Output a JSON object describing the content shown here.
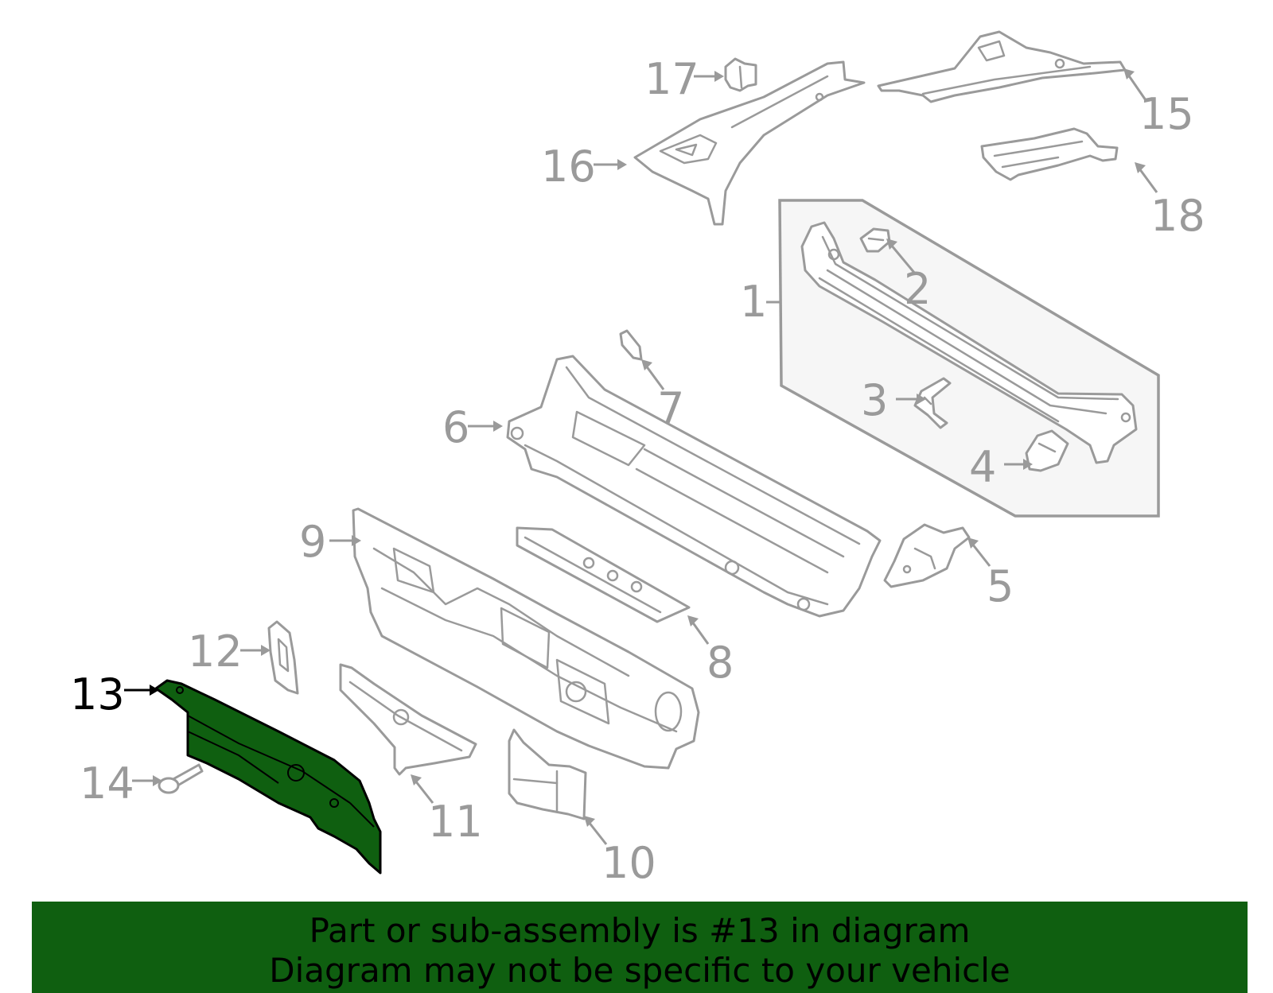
{
  "diagram": {
    "highlighted_part": "13",
    "callouts": [
      "1",
      "2",
      "3",
      "4",
      "5",
      "6",
      "7",
      "8",
      "9",
      "10",
      "11",
      "12",
      "13",
      "14",
      "15",
      "16",
      "17",
      "18"
    ]
  },
  "banner": {
    "line1": "Part or sub-assembly is #13 in diagram",
    "line2": "Diagram may not be specific to your vehicle",
    "background": "#0f5f10"
  },
  "colors": {
    "part_outline": "#9a9a9a",
    "highlight_fill": "#0f5f10",
    "active_label": "#000000"
  }
}
